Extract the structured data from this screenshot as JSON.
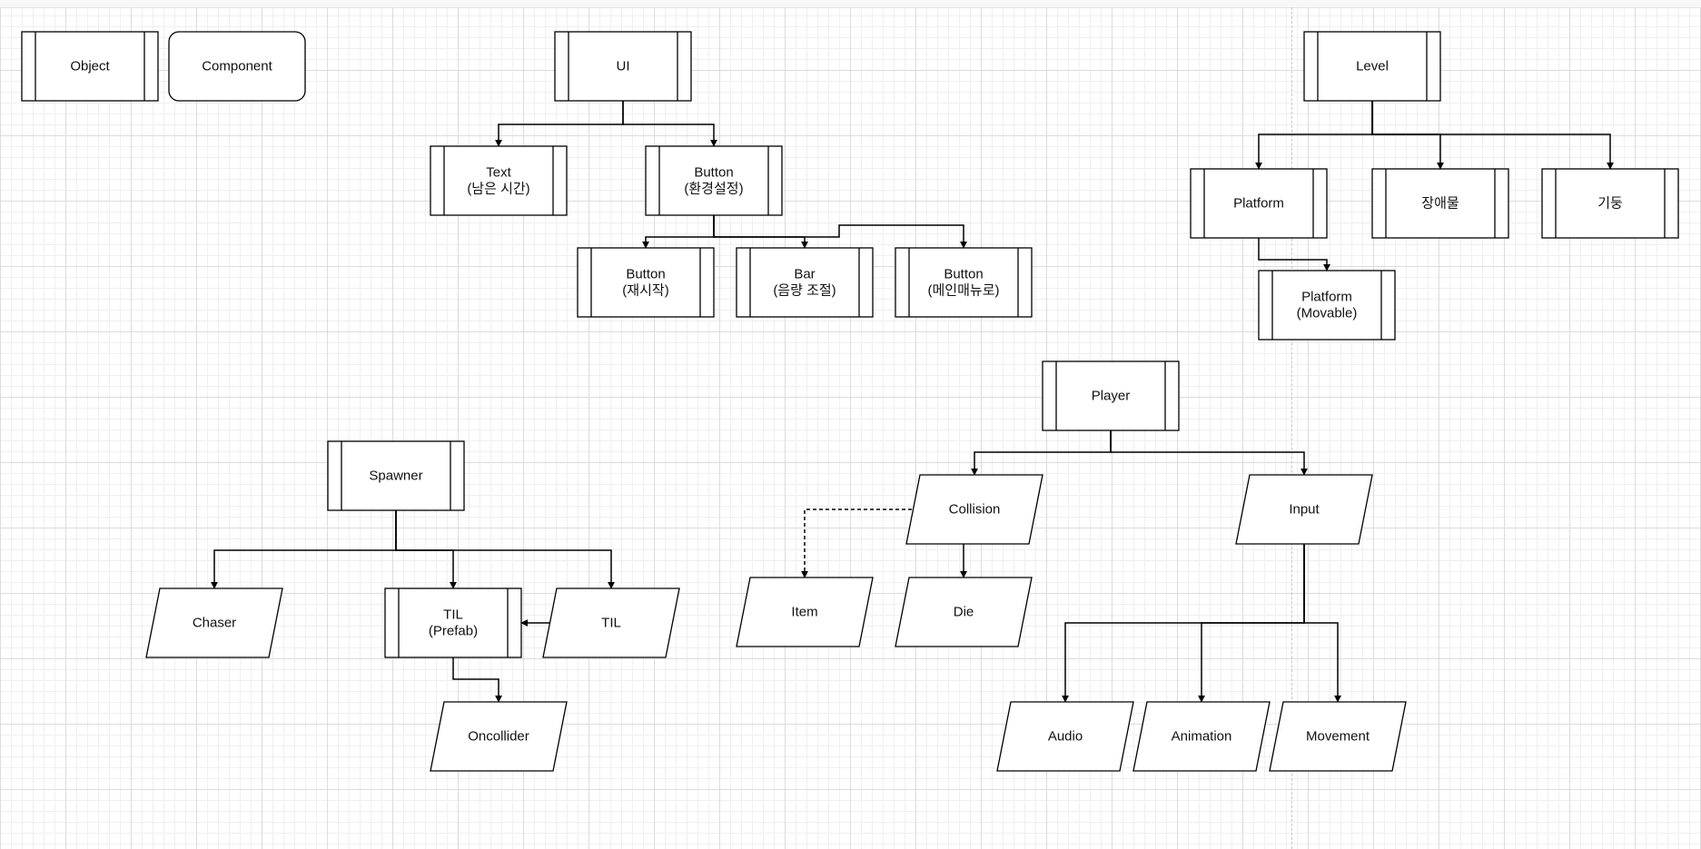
{
  "nodes": {
    "legend_object": {
      "lines": [
        "Object"
      ]
    },
    "legend_component": {
      "lines": [
        "Component"
      ]
    },
    "ui": {
      "lines": [
        "UI"
      ]
    },
    "ui_text": {
      "lines": [
        "Text",
        "(남은 시간)"
      ]
    },
    "ui_button_settings": {
      "lines": [
        "Button",
        "(환경설정)"
      ]
    },
    "ui_button_restart": {
      "lines": [
        "Button",
        "(재시작)"
      ]
    },
    "ui_bar_volume": {
      "lines": [
        "Bar",
        "(음량 조절)"
      ]
    },
    "ui_button_mainmenu": {
      "lines": [
        "Button",
        "(메인매뉴로)"
      ]
    },
    "level": {
      "lines": [
        "Level"
      ]
    },
    "platform": {
      "lines": [
        "Platform"
      ]
    },
    "obstacle": {
      "lines": [
        "장애물"
      ]
    },
    "pillar": {
      "lines": [
        "기둥"
      ]
    },
    "platform_movable": {
      "lines": [
        "Platform",
        "(Movable)"
      ]
    },
    "player": {
      "lines": [
        "Player"
      ]
    },
    "collision": {
      "lines": [
        "Collision"
      ]
    },
    "input": {
      "lines": [
        "Input"
      ]
    },
    "item": {
      "lines": [
        "Item"
      ]
    },
    "die": {
      "lines": [
        "Die"
      ]
    },
    "audio": {
      "lines": [
        "Audio"
      ]
    },
    "animation": {
      "lines": [
        "Animation"
      ]
    },
    "movement": {
      "lines": [
        "Movement"
      ]
    },
    "spawner": {
      "lines": [
        "Spawner"
      ]
    },
    "chaser": {
      "lines": [
        "Chaser"
      ]
    },
    "til_prefab": {
      "lines": [
        "TIL",
        "(Prefab)"
      ]
    },
    "til": {
      "lines": [
        "TIL"
      ]
    },
    "oncollider": {
      "lines": [
        "Oncollider"
      ]
    }
  },
  "edges": [
    {
      "from": "ui",
      "to": "ui_text"
    },
    {
      "from": "ui",
      "to": "ui_button_settings"
    },
    {
      "from": "ui_button_settings",
      "to": "ui_button_restart"
    },
    {
      "from": "ui_button_settings",
      "to": "ui_bar_volume"
    },
    {
      "from": "ui_button_settings",
      "to": "ui_button_mainmenu"
    },
    {
      "from": "level",
      "to": "platform"
    },
    {
      "from": "level",
      "to": "obstacle"
    },
    {
      "from": "level",
      "to": "pillar"
    },
    {
      "from": "platform",
      "to": "platform_movable"
    },
    {
      "from": "player",
      "to": "collision"
    },
    {
      "from": "player",
      "to": "input"
    },
    {
      "from": "collision",
      "to": "item",
      "style": "dashed"
    },
    {
      "from": "collision",
      "to": "die"
    },
    {
      "from": "input",
      "to": "audio"
    },
    {
      "from": "input",
      "to": "animation"
    },
    {
      "from": "input",
      "to": "movement"
    },
    {
      "from": "spawner",
      "to": "chaser"
    },
    {
      "from": "spawner",
      "to": "til_prefab"
    },
    {
      "from": "spawner",
      "to": "til"
    },
    {
      "from": "til",
      "to": "til_prefab"
    },
    {
      "from": "til_prefab",
      "to": "oncollider"
    }
  ]
}
